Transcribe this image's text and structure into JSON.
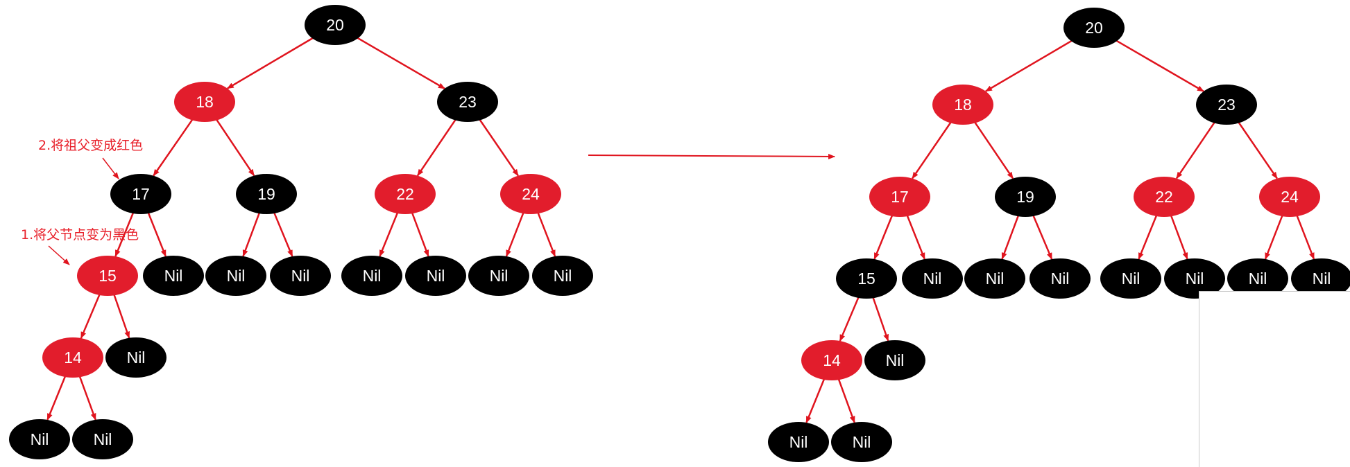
{
  "colors": {
    "red": "#e21d2c",
    "black": "#000000",
    "edge": "#e0141e",
    "annotation": "#e8202a"
  },
  "before_tree": {
    "nodes": [
      {
        "id": "b20",
        "label": "20",
        "color": "black"
      },
      {
        "id": "b18",
        "label": "18",
        "color": "red"
      },
      {
        "id": "b23",
        "label": "23",
        "color": "black"
      },
      {
        "id": "b17",
        "label": "17",
        "color": "black"
      },
      {
        "id": "b19",
        "label": "19",
        "color": "black"
      },
      {
        "id": "b22",
        "label": "22",
        "color": "red"
      },
      {
        "id": "b24",
        "label": "24",
        "color": "red"
      },
      {
        "id": "b15",
        "label": "15",
        "color": "red"
      },
      {
        "id": "b17n",
        "label": "Nil",
        "color": "black"
      },
      {
        "id": "b19nl",
        "label": "Nil",
        "color": "black"
      },
      {
        "id": "b19nr",
        "label": "Nil",
        "color": "black"
      },
      {
        "id": "b22nl",
        "label": "Nil",
        "color": "black"
      },
      {
        "id": "b22nr",
        "label": "Nil",
        "color": "black"
      },
      {
        "id": "b24nl",
        "label": "Nil",
        "color": "black"
      },
      {
        "id": "b24nr",
        "label": "Nil",
        "color": "black"
      },
      {
        "id": "b14",
        "label": "14",
        "color": "red"
      },
      {
        "id": "b15n",
        "label": "Nil",
        "color": "black"
      },
      {
        "id": "b14nl",
        "label": "Nil",
        "color": "black"
      },
      {
        "id": "b14nr",
        "label": "Nil",
        "color": "black"
      }
    ],
    "edges": [
      [
        "b20",
        "b18"
      ],
      [
        "b20",
        "b23"
      ],
      [
        "b18",
        "b17"
      ],
      [
        "b18",
        "b19"
      ],
      [
        "b23",
        "b22"
      ],
      [
        "b23",
        "b24"
      ],
      [
        "b17",
        "b15"
      ],
      [
        "b17",
        "b17n"
      ],
      [
        "b19",
        "b19nl"
      ],
      [
        "b19",
        "b19nr"
      ],
      [
        "b22",
        "b22nl"
      ],
      [
        "b22",
        "b22nr"
      ],
      [
        "b24",
        "b24nl"
      ],
      [
        "b24",
        "b24nr"
      ],
      [
        "b15",
        "b14"
      ],
      [
        "b15",
        "b15n"
      ],
      [
        "b14",
        "b14nl"
      ],
      [
        "b14",
        "b14nr"
      ]
    ]
  },
  "after_tree": {
    "nodes": [
      {
        "id": "a20",
        "label": "20",
        "color": "black"
      },
      {
        "id": "a18",
        "label": "18",
        "color": "red"
      },
      {
        "id": "a23",
        "label": "23",
        "color": "black"
      },
      {
        "id": "a17",
        "label": "17",
        "color": "red"
      },
      {
        "id": "a19",
        "label": "19",
        "color": "black"
      },
      {
        "id": "a22",
        "label": "22",
        "color": "red"
      },
      {
        "id": "a24",
        "label": "24",
        "color": "red"
      },
      {
        "id": "a15",
        "label": "15",
        "color": "black"
      },
      {
        "id": "a17n",
        "label": "Nil",
        "color": "black"
      },
      {
        "id": "a19nl",
        "label": "Nil",
        "color": "black"
      },
      {
        "id": "a19nr",
        "label": "Nil",
        "color": "black"
      },
      {
        "id": "a22nl",
        "label": "Nil",
        "color": "black"
      },
      {
        "id": "a22nr",
        "label": "Nil",
        "color": "black"
      },
      {
        "id": "a24nl",
        "label": "Nil",
        "color": "black"
      },
      {
        "id": "a24nr",
        "label": "Nil",
        "color": "black"
      },
      {
        "id": "a14",
        "label": "14",
        "color": "red"
      },
      {
        "id": "a15n",
        "label": "Nil",
        "color": "black"
      },
      {
        "id": "a14nl",
        "label": "Nil",
        "color": "black"
      },
      {
        "id": "a14nr",
        "label": "Nil",
        "color": "black"
      }
    ],
    "edges": [
      [
        "a20",
        "a18"
      ],
      [
        "a20",
        "a23"
      ],
      [
        "a18",
        "a17"
      ],
      [
        "a18",
        "a19"
      ],
      [
        "a23",
        "a22"
      ],
      [
        "a23",
        "a24"
      ],
      [
        "a17",
        "a15"
      ],
      [
        "a17",
        "a17n"
      ],
      [
        "a19",
        "a19nl"
      ],
      [
        "a19",
        "a19nr"
      ],
      [
        "a22",
        "a22nl"
      ],
      [
        "a22",
        "a22nr"
      ],
      [
        "a24",
        "a24nl"
      ],
      [
        "a24",
        "a24nr"
      ],
      [
        "a15",
        "a14"
      ],
      [
        "a15",
        "a15n"
      ],
      [
        "a14",
        "a14nl"
      ],
      [
        "a14",
        "a14nr"
      ]
    ]
  },
  "annotations": {
    "step1": "1.将父节点变为黑色",
    "step2": "2.将祖父变成红色"
  }
}
